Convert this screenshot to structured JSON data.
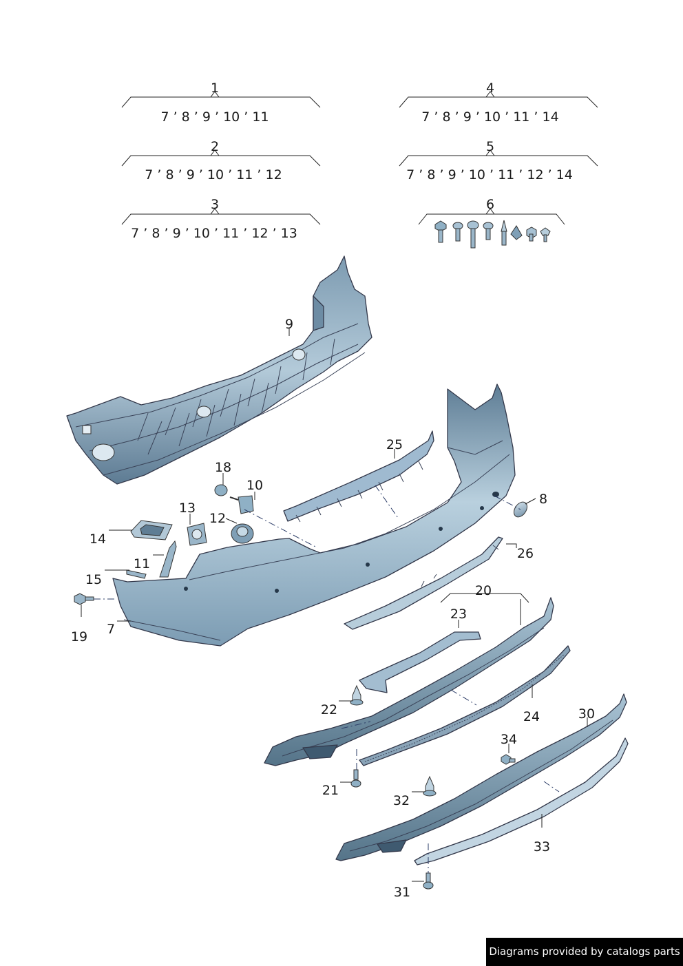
{
  "groups": [
    {
      "id": "1",
      "parts": "7 ’ 8 ’ 9 ’ 10 ’ 11"
    },
    {
      "id": "2",
      "parts": "7 ’ 8 ’ 9 ’ 10 ’ 11 ’ 12"
    },
    {
      "id": "3",
      "parts": "7 ’ 8 ’ 9 ’ 10 ’ 11 ’ 12 ’ 13"
    },
    {
      "id": "4",
      "parts": "7 ’ 8 ’ 9 ’ 10 ’ 11 ’ 14"
    },
    {
      "id": "5",
      "parts": "7 ’ 8 ’ 9 ’ 10 ’ 11 ’ 12 ’ 14"
    },
    {
      "id": "6",
      "parts": ""
    }
  ],
  "callouts": {
    "p7": "7",
    "p8": "8",
    "p9": "9",
    "p10": "10",
    "p11": "11",
    "p12": "12",
    "p13": "13",
    "p14": "14",
    "p15": "15",
    "p18": "18",
    "p19": "19",
    "p20": "20",
    "p21": "21",
    "p22": "22",
    "p23": "23",
    "p24": "24",
    "p25": "25",
    "p26": "26",
    "p30": "30",
    "p31": "31",
    "p32": "32",
    "p33": "33",
    "p34": "34"
  },
  "credit": "Diagrams provided by catalogs parts",
  "colors": {
    "part_light": "#c5d9e6",
    "part_mid": "#8fb0c5",
    "part_dark": "#4f6e87",
    "outline": "#33384a",
    "label": "#1a1a1a"
  }
}
